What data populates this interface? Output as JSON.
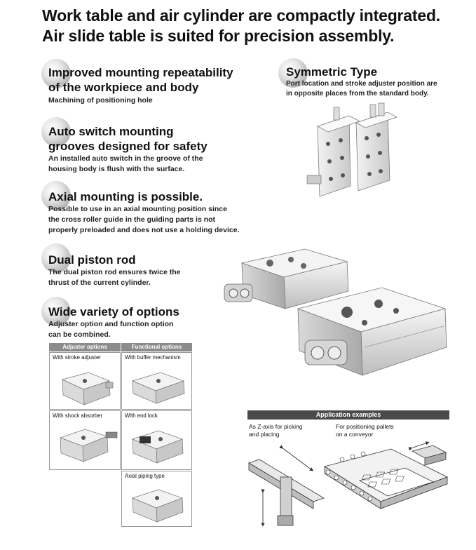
{
  "headline": {
    "line1": "Work table and air cylinder are compactly integrated.",
    "line2": "Air slide table is suited for precision assembly."
  },
  "features": [
    {
      "title_lines": [
        "Improved mounting repeatability",
        "of the workpiece and body"
      ],
      "desc_lines": [
        "Machining of positioning hole"
      ]
    },
    {
      "title_lines": [
        "Auto switch mounting",
        "grooves designed for safety"
      ],
      "desc_lines": [
        "An installed auto switch in the groove of the",
        "housing body is flush with the surface."
      ]
    },
    {
      "title_lines": [
        "Axial mounting is possible."
      ],
      "desc_lines": [
        "Possible to use in an axial mounting position since",
        "the cross roller guide in the guiding parts is not",
        "properly preloaded and does not use a holding device."
      ]
    },
    {
      "title_lines": [
        "Dual piston rod"
      ],
      "desc_lines": [
        "The dual piston rod ensures twice the",
        "thrust of the current cylinder."
      ]
    },
    {
      "title_lines": [
        "Wide variety of options"
      ],
      "desc_lines": [
        "Adjuster option and function option",
        "can be combined."
      ]
    }
  ],
  "symmetric": {
    "title": "Symmetric Type",
    "desc_lines": [
      "Port location and stroke adjuster position are",
      "in opposite places from the standard body."
    ]
  },
  "options": {
    "headers": [
      "Adjuster options",
      "Functional options"
    ],
    "cells": {
      "stroke_adjuster": "With stroke adjuster",
      "buffer": "With buffer mechanism",
      "shock_absorber": "With shock absorber",
      "end_lock": "With end lock",
      "axial_piping": "Axial piping type"
    }
  },
  "applications": {
    "title": "Application examples",
    "left_lines": [
      "As Z-axis for picking",
      "and placing"
    ],
    "right_lines": [
      "For positioning pallets",
      "on a conveyor"
    ]
  },
  "colors": {
    "bar": "#4a4a4a",
    "grid_head": "#8c8c8c",
    "metal_light": "#e9e9e9",
    "metal_dark": "#9a9a9a"
  }
}
